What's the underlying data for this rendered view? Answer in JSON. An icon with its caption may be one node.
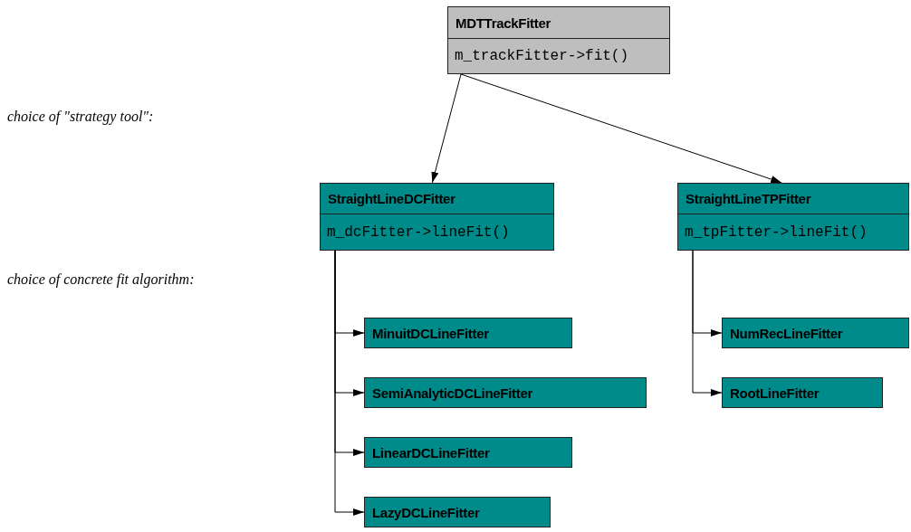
{
  "diagram": {
    "nodes": [
      {
        "text": [
          "MDTTrackFitter",
          "m_trackFitter->fit()"
        ]
      },
      {
        "text": [
          "StraightLineDCFitter",
          "m_dcFitter->lineFit()"
        ]
      },
      {
        "text": [
          "StraightLineTPFitter",
          "m_tpFitter->lineFit()"
        ]
      },
      {
        "text": [
          "MinuitDCLineFitter"
        ]
      },
      {
        "text": [
          "SemiAnalyticDCLineFitter"
        ]
      },
      {
        "text": [
          "LinearDCLineFitter"
        ]
      },
      {
        "text": [
          "LazyDCLineFitter"
        ]
      },
      {
        "text": [
          "NumRecLineFitter"
        ]
      },
      {
        "text": [
          "RootLineFitter"
        ]
      }
    ],
    "edges": [
      {
        "from": 0,
        "to": 1,
        "arrow": "to"
      },
      {
        "from": 0,
        "to": 2,
        "arrow": "to"
      },
      {
        "from": 1,
        "to": 3,
        "arrow": "to"
      },
      {
        "from": 1,
        "to": 4,
        "arrow": "to"
      },
      {
        "from": 1,
        "to": 5,
        "arrow": "to"
      },
      {
        "from": 1,
        "to": 6,
        "arrow": "to"
      },
      {
        "from": 2,
        "to": 7,
        "arrow": "to"
      },
      {
        "from": 2,
        "to": 8,
        "arrow": "to"
      }
    ],
    "labels": [
      "choice of \"strategy tool\":",
      "choice of concrete fit algorithm:"
    ]
  }
}
